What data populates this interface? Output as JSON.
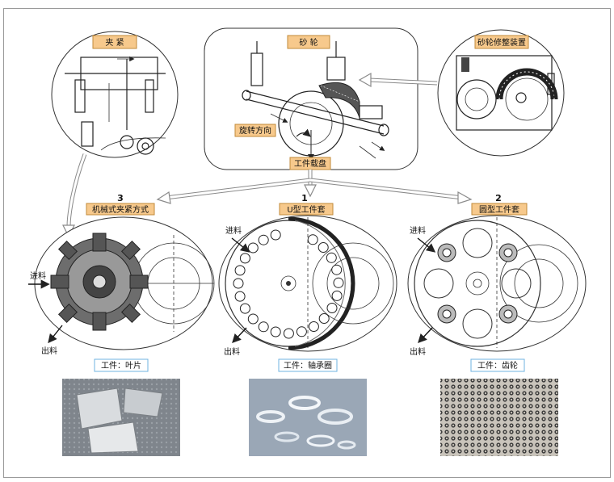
{
  "labels": {
    "clamp": "夹  紧",
    "grinding_wheel": "砂  轮",
    "dresser": "砂轮修整装置",
    "rotation_direction": "旋转方向",
    "work_carrier": "工件载盘",
    "mode3_number": "3",
    "mode1_number": "1",
    "mode2_number": "2",
    "mode3_title": "机械式夹紧方式",
    "mode1_title": "U型工件套",
    "mode2_title": "圆型工件套",
    "feed_in": "进料",
    "feed_out": "出料",
    "workpiece_blade": "工件：叶片",
    "workpiece_bearing": "工件：轴承圈",
    "workpiece_gear": "工件：齿轮"
  },
  "colors": {
    "tag_fill": "#f7c98c",
    "caption_border": "#6fb3e0",
    "line": "#222222"
  }
}
